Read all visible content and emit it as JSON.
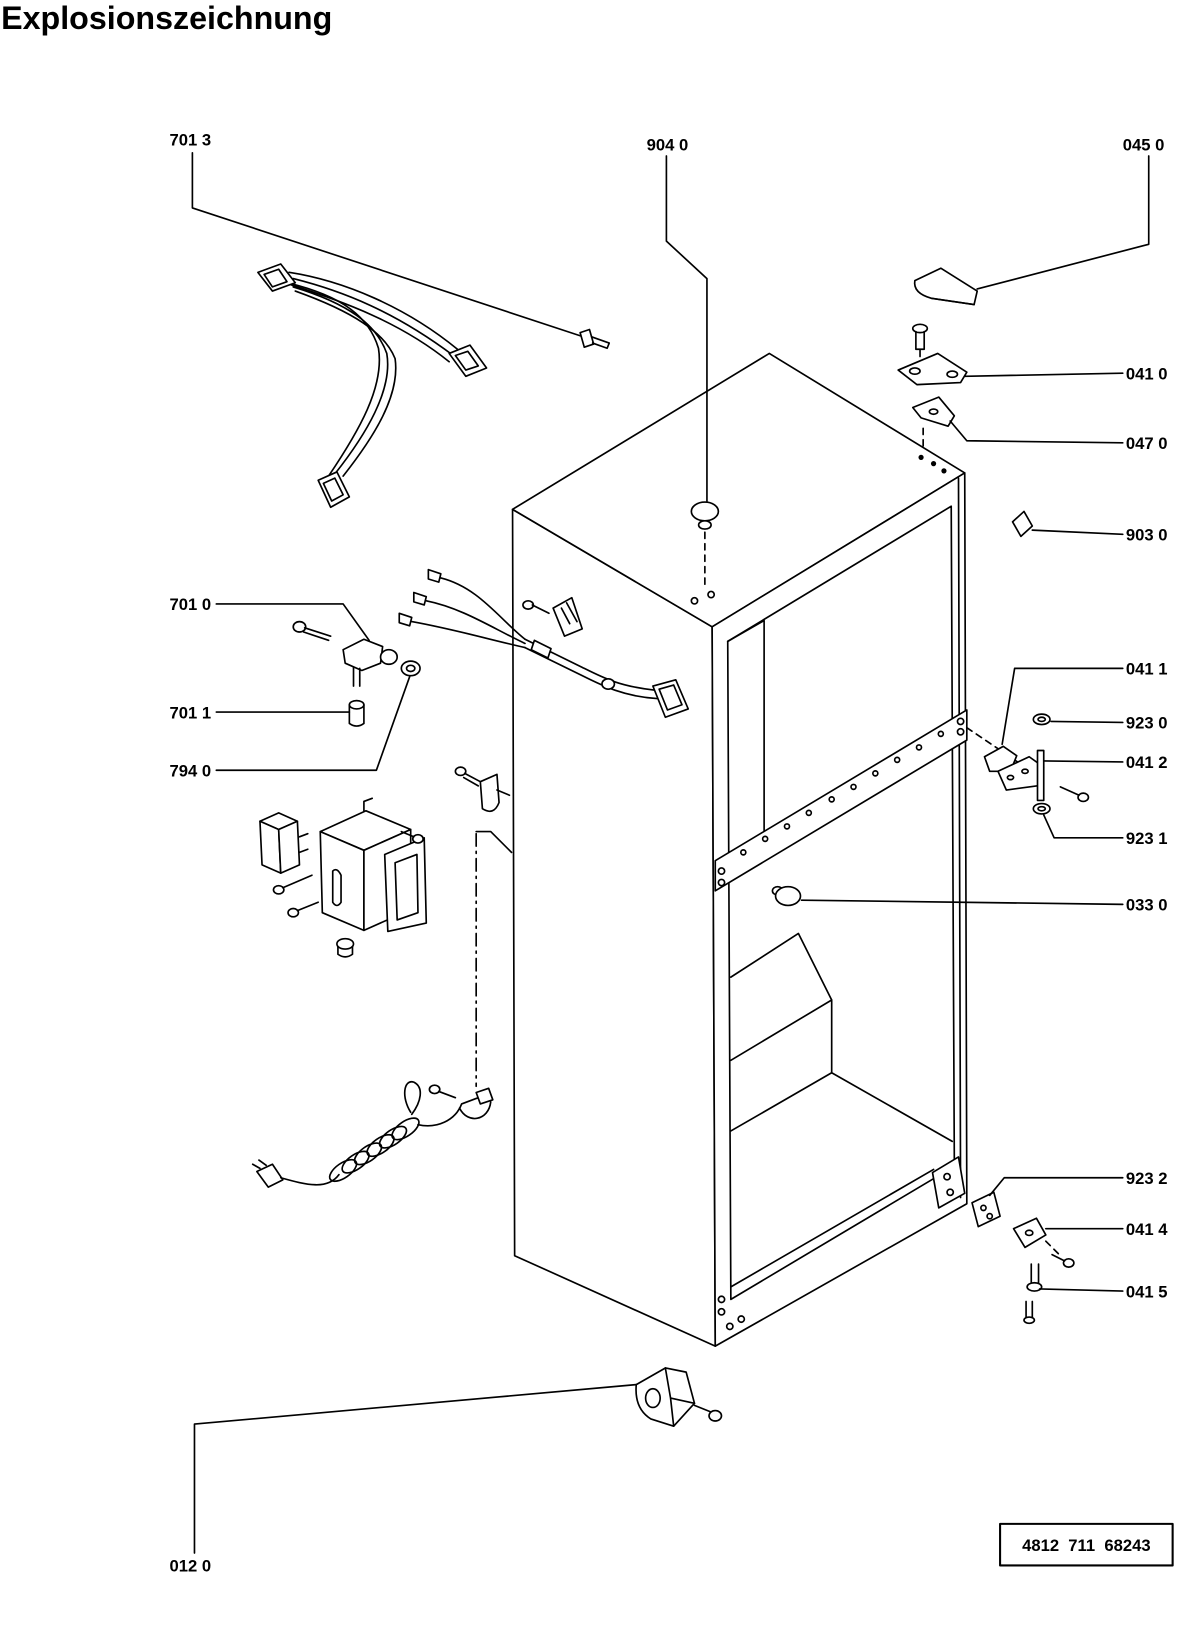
{
  "title": "Explosionszeichnung",
  "part_numbers": [
    "701 3",
    "904 0",
    "045 0",
    "041 0",
    "047 0",
    "903 0",
    "701 0",
    "701 1",
    "794 0",
    "041 1",
    "923 0",
    "041 2",
    "923 1",
    "033 0",
    "923 2",
    "041 4",
    "041 5",
    "012 0"
  ],
  "document_number": "4812  711  68243"
}
